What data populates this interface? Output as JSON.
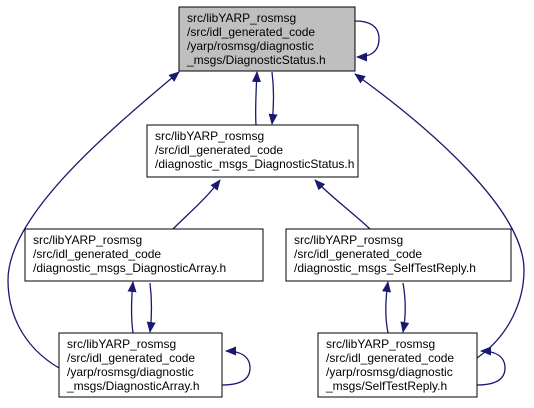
{
  "colors": {
    "background": "#ffffff",
    "edge": "#191970",
    "node_border": "#000000",
    "node_fill": "#ffffff",
    "highlight_fill": "#bfbfbf"
  },
  "nodes": [
    {
      "id": "n0",
      "highlighted": true,
      "lines": [
        "src/libYARP_rosmsg",
        "/src/idl_generated_code",
        "/yarp/rosmsg/diagnostic",
        "_msgs/DiagnosticStatus.h"
      ]
    },
    {
      "id": "n1",
      "highlighted": false,
      "lines": [
        "src/libYARP_rosmsg",
        "/src/idl_generated_code",
        "/diagnostic_msgs_DiagnosticStatus.h"
      ]
    },
    {
      "id": "n2",
      "highlighted": false,
      "lines": [
        "src/libYARP_rosmsg",
        "/src/idl_generated_code",
        "/diagnostic_msgs_DiagnosticArray.h"
      ]
    },
    {
      "id": "n3",
      "highlighted": false,
      "lines": [
        "src/libYARP_rosmsg",
        "/src/idl_generated_code",
        "/diagnostic_msgs_SelfTestReply.h"
      ]
    },
    {
      "id": "n4",
      "highlighted": false,
      "lines": [
        "src/libYARP_rosmsg",
        "/src/idl_generated_code",
        "/yarp/rosmsg/diagnostic",
        "_msgs/DiagnosticArray.h"
      ]
    },
    {
      "id": "n5",
      "highlighted": false,
      "lines": [
        "src/libYARP_rosmsg",
        "/src/idl_generated_code",
        "/yarp/rosmsg/diagnostic",
        "_msgs/SelfTestReply.h"
      ]
    }
  ],
  "edges": [
    {
      "from": "n0",
      "to": "n0"
    },
    {
      "from": "n1",
      "to": "n0"
    },
    {
      "from": "n0",
      "to": "n1"
    },
    {
      "from": "n2",
      "to": "n0"
    },
    {
      "from": "n4",
      "to": "n0"
    },
    {
      "from": "n3",
      "to": "n0"
    },
    {
      "from": "n5",
      "to": "n0"
    },
    {
      "from": "n2",
      "to": "n1"
    },
    {
      "from": "n3",
      "to": "n1"
    },
    {
      "from": "n4",
      "to": "n2"
    },
    {
      "from": "n2",
      "to": "n4"
    },
    {
      "from": "n5",
      "to": "n3"
    },
    {
      "from": "n3",
      "to": "n5"
    },
    {
      "from": "n4",
      "to": "n4"
    },
    {
      "from": "n5",
      "to": "n5"
    }
  ]
}
